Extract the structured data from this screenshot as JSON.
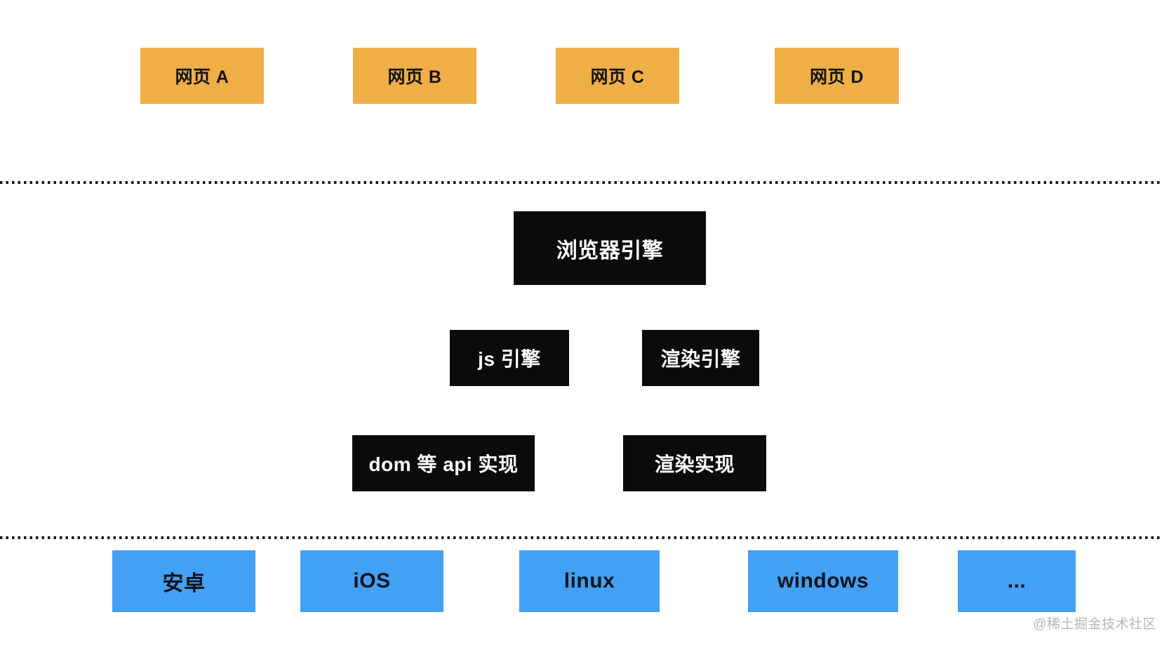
{
  "diagram": {
    "title_hint": "browser architecture layers",
    "webpage_layer": {
      "boxes": [
        {
          "label": "网页 A"
        },
        {
          "label": "网页 B"
        },
        {
          "label": "网页 C"
        },
        {
          "label": "网页 D"
        }
      ]
    },
    "browser_engine": {
      "label": "浏览器引擎"
    },
    "engine_layer": {
      "boxes": [
        {
          "label": "js 引擎"
        },
        {
          "label": "渲染引擎"
        }
      ]
    },
    "implementation_layer": {
      "boxes": [
        {
          "label": "dom 等 api 实现"
        },
        {
          "label": "渲染实现"
        }
      ]
    },
    "platform_layer": {
      "boxes": [
        {
          "label": "安卓"
        },
        {
          "label": "iOS"
        },
        {
          "label": "linux"
        },
        {
          "label": "windows"
        },
        {
          "label": "..."
        }
      ]
    },
    "colors": {
      "webpage_box": "#efae46",
      "engine_box": "#0b0b0b",
      "engine_box_text": "#ffffff",
      "platform_box": "#42a0f5",
      "box_text": "#131313",
      "separator_dots": "#151515",
      "watermark_text": "#b5b5b5",
      "background": "#ffffff"
    },
    "watermark": "@稀土掘金技术社区"
  }
}
